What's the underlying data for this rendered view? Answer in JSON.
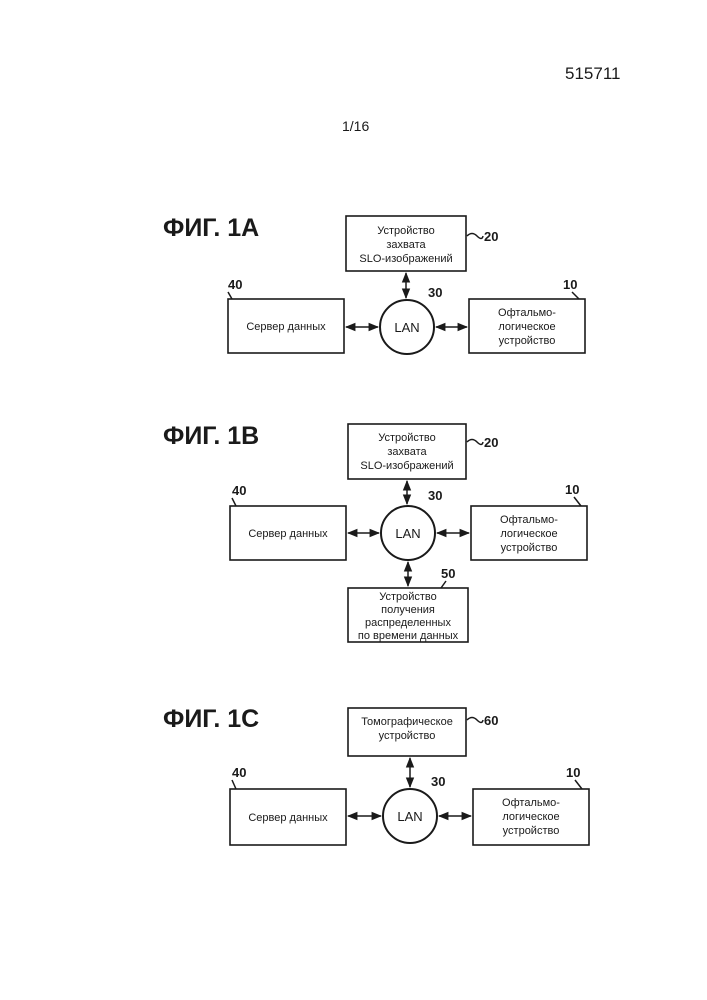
{
  "header": {
    "patent_number": "515711",
    "sheet": "1/16"
  },
  "figures": {
    "fig_1a": {
      "title": "ФИГ. 1А",
      "slo_device": {
        "lines": [
          "Устройство",
          "захвата",
          "SLO-изображений"
        ],
        "ref": "20"
      },
      "lan": {
        "label": "LAN",
        "ref": "30"
      },
      "data_server": {
        "label": "Сервер данных",
        "ref": "40"
      },
      "ophthalmic_device": {
        "lines": [
          "Офтальмо-",
          "логическое",
          "устройство"
        ],
        "ref": "10"
      }
    },
    "fig_1b": {
      "title": "ФИГ. 1В",
      "slo_device": {
        "lines": [
          "Устройство",
          "захвата",
          "SLO-изображений"
        ],
        "ref": "20"
      },
      "lan": {
        "label": "LAN",
        "ref": "30"
      },
      "data_server": {
        "label": "Сервер данных",
        "ref": "40"
      },
      "ophthalmic_device": {
        "lines": [
          "Офтальмо-",
          "логическое",
          "устройство"
        ],
        "ref": "10"
      },
      "time_data_device": {
        "lines": [
          "Устройство",
          "получения",
          "распределенных",
          "по времени данных"
        ],
        "ref": "50"
      }
    },
    "fig_1c": {
      "title": "ФИГ. 1С",
      "tomo_device": {
        "lines": [
          "Томографическое",
          "устройство"
        ],
        "ref": "60"
      },
      "lan": {
        "label": "LAN",
        "ref": "30"
      },
      "data_server": {
        "label": "Сервер данных",
        "ref": "40"
      },
      "ophthalmic_device": {
        "lines": [
          "Офтальмо-",
          "логическое",
          "устройство"
        ],
        "ref": "10"
      }
    }
  }
}
